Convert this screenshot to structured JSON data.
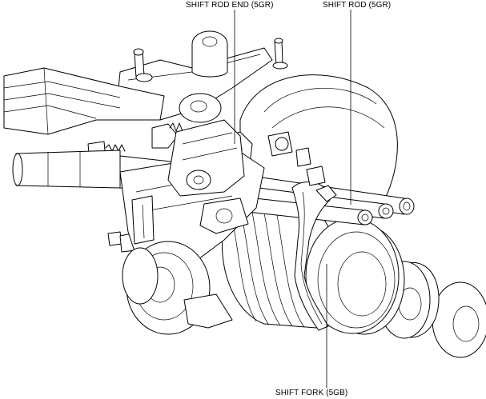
{
  "labels": {
    "shift_rod_end": "SHIFT ROD END (5GR)",
    "shift_rod": "SHIFT ROD (5GR)",
    "shift_fork": "SHIFT FORK (5GB)"
  },
  "colors": {
    "line": "#000000",
    "background": "#ffffff"
  }
}
